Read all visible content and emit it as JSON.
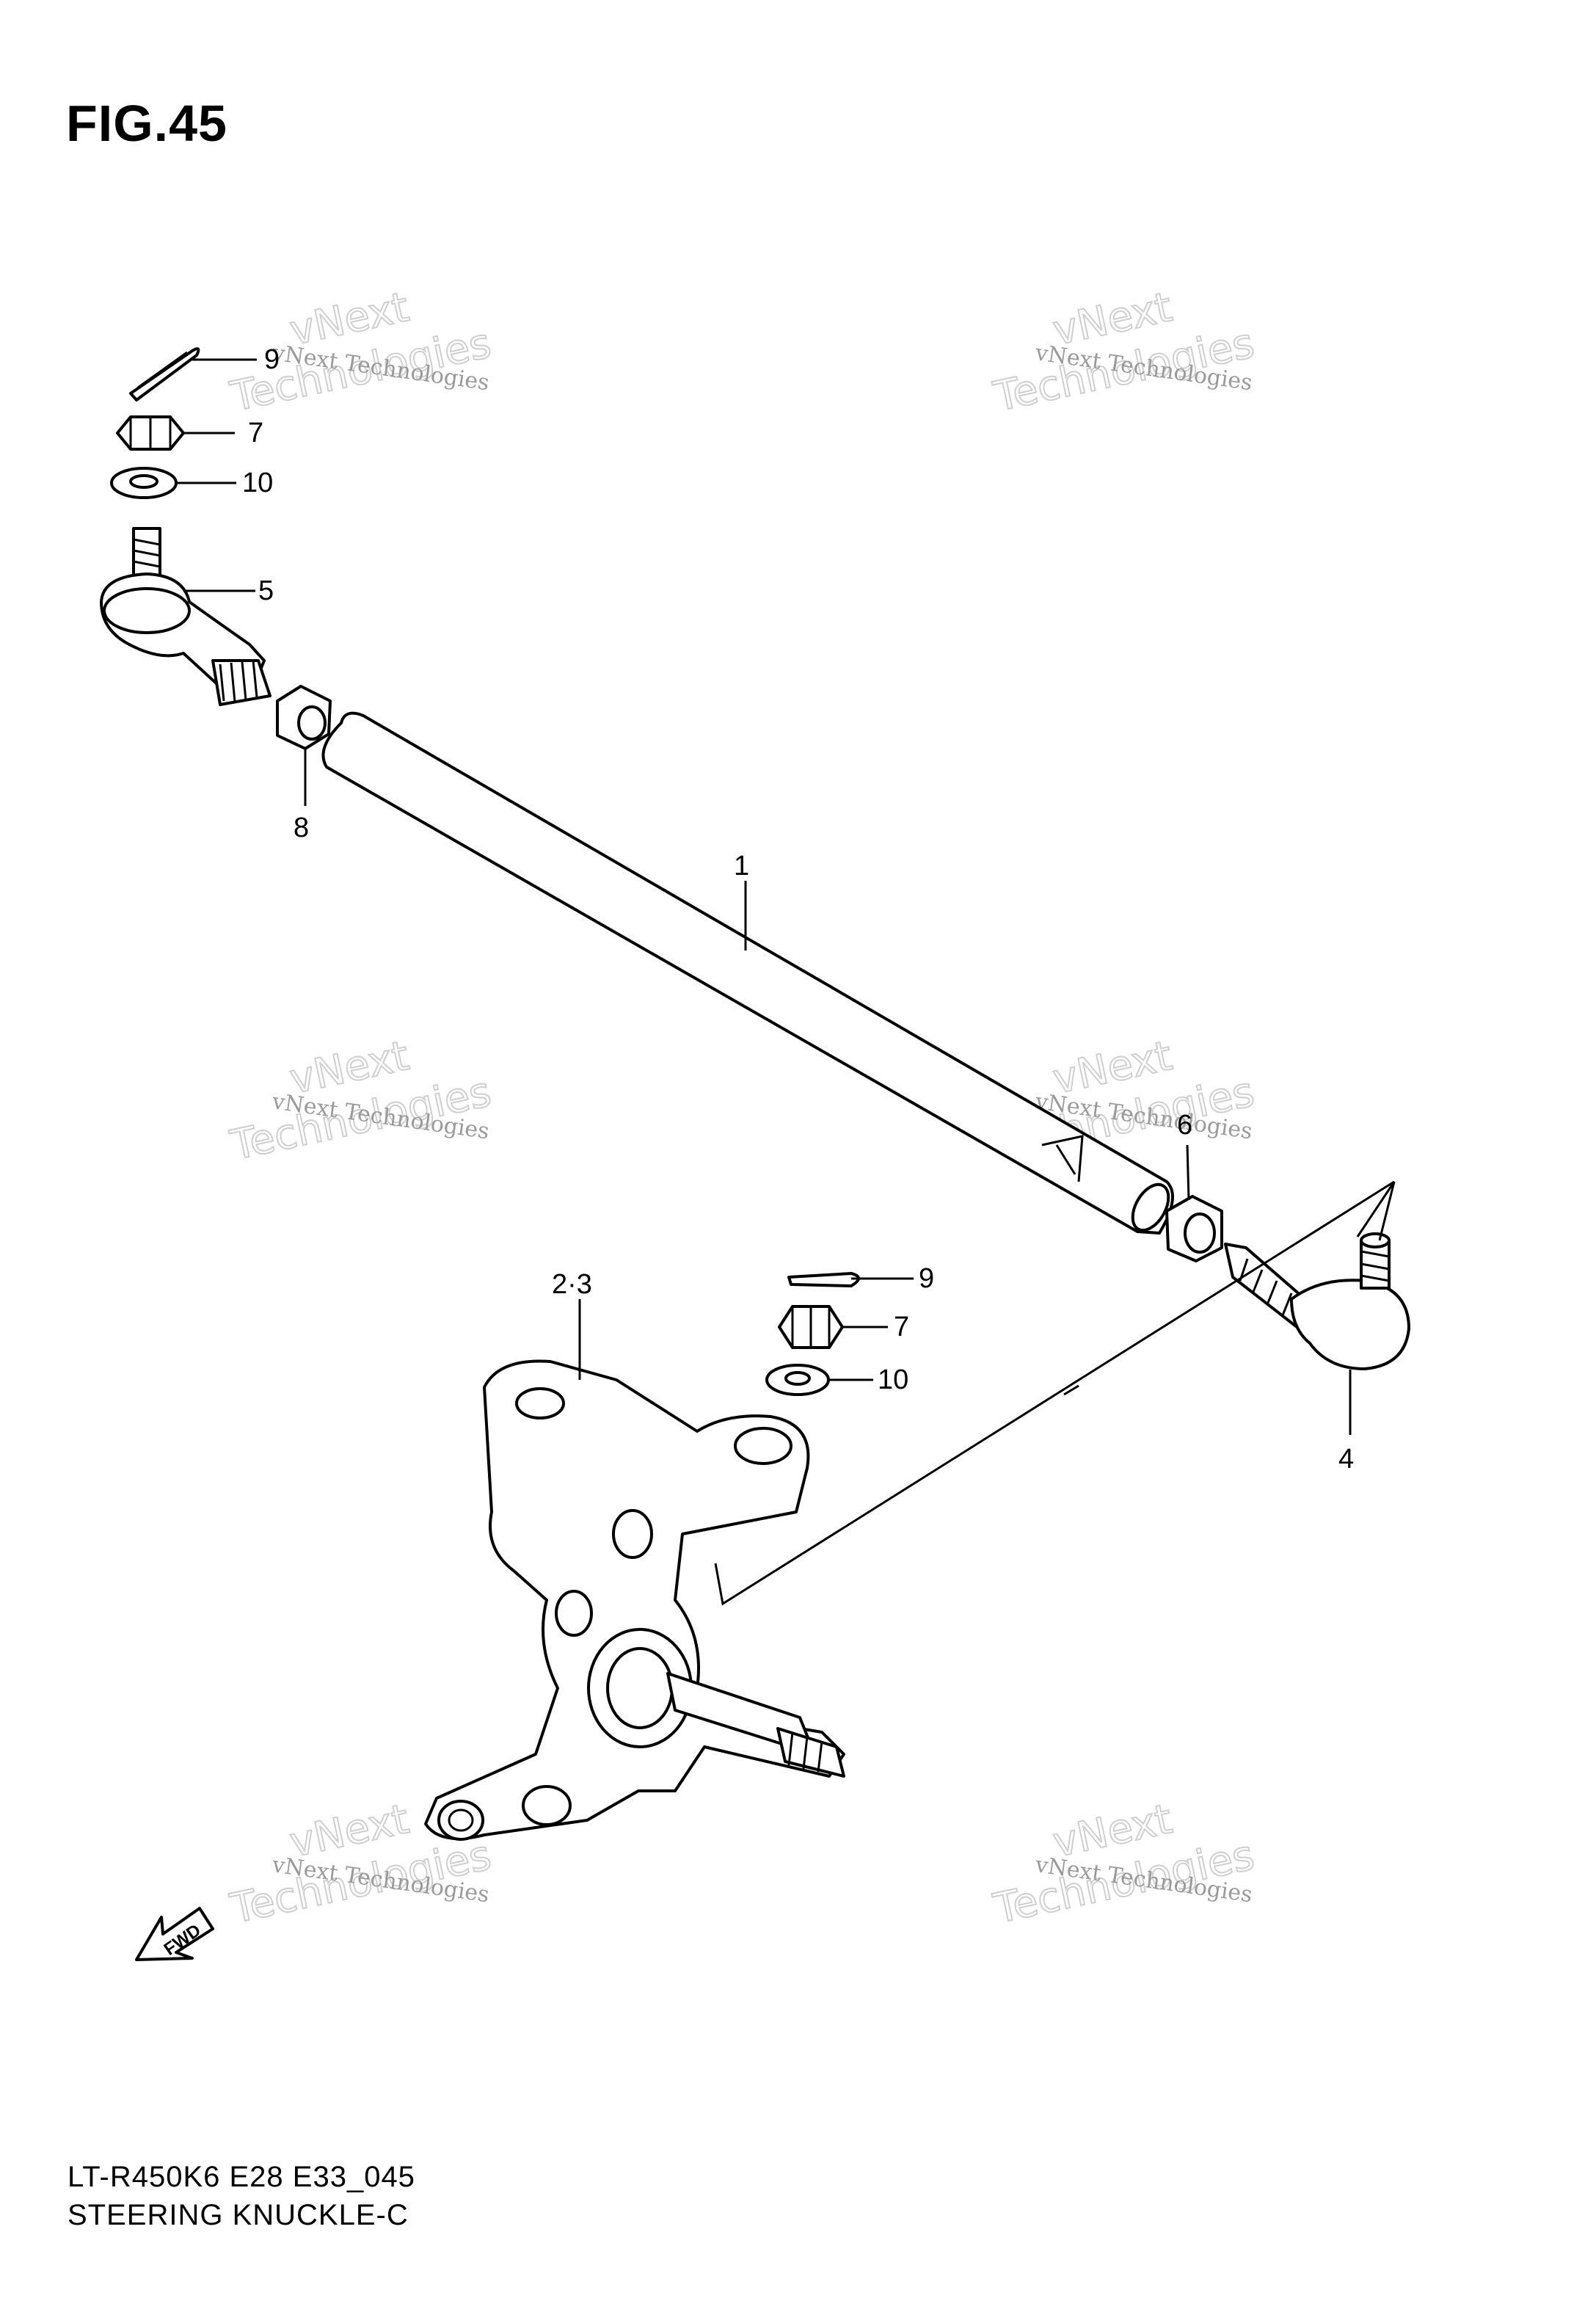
{
  "figure": {
    "title": "FIG.45",
    "footer_model": "LT-R450K6 E28 E33_045",
    "footer_caption": "STEERING KNUCKLE-C"
  },
  "callouts": {
    "c1": "1",
    "c23": "2·3",
    "c4": "4",
    "c5": "5",
    "c6": "6",
    "c7a": "7",
    "c7b": "7",
    "c8": "8",
    "c9a": "9",
    "c9b": "9",
    "c10a": "10",
    "c10b": "10"
  },
  "watermark": {
    "line_small": "vNext Technologies",
    "line_big_1": "vNext",
    "line_big_2": "Technologies"
  },
  "fwd_label": "FWD",
  "icons": {
    "fwd_arrow": "fwd-arrow-icon"
  }
}
